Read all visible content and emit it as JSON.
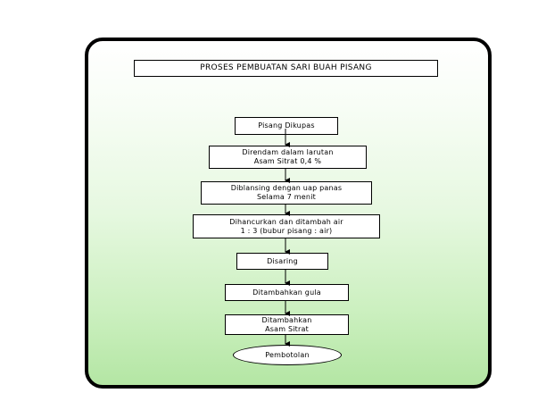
{
  "title": "PROSES PEMBUATAN SARI BUAH PISANG",
  "steps": [
    {
      "lines": [
        "Pisang Dikupas"
      ]
    },
    {
      "lines": [
        "Direndam dalam larutan",
        "Asam Sitrat 0,4 %"
      ]
    },
    {
      "lines": [
        "Diblansing dengan uap panas",
        "Selama 7 menit"
      ]
    },
    {
      "lines": [
        "Dihancurkan dan ditambah air",
        "1 : 3 (bubur pisang : air)"
      ]
    },
    {
      "lines": [
        "Disaring"
      ]
    },
    {
      "lines": [
        "Ditambahkan gula"
      ]
    },
    {
      "lines": [
        "Ditambahkan",
        "Asam Sitrat"
      ]
    },
    {
      "lines": [
        "Pembotolan"
      ]
    }
  ]
}
